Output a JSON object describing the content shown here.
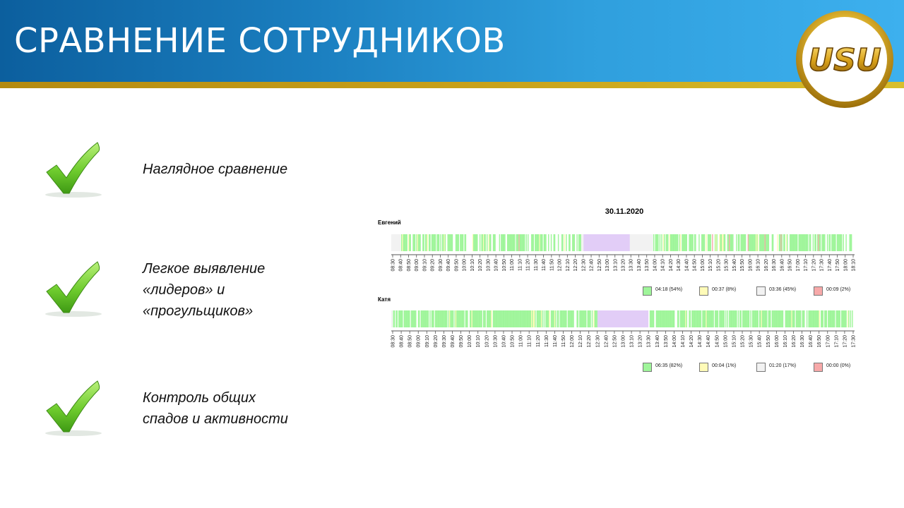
{
  "header": {
    "title": "СРАВНЕНИЕ СОТРУДНИКОВ",
    "logo_text": "USU"
  },
  "features": [
    {
      "lines": [
        "Наглядное сравнение"
      ],
      "icon": "checkmark-icon"
    },
    {
      "lines": [
        "Легкое выявление",
        "«лидеров» и",
        "«прогульщиков»"
      ],
      "icon": "checkmark-icon"
    },
    {
      "lines": [
        "Контроль общих",
        "спадов и активности"
      ],
      "icon": "checkmark-icon"
    }
  ],
  "chart": {
    "date": "30.11.2020",
    "colors": {
      "active": "#9ff59a",
      "partial": "#fffbb8",
      "idle": "#f2f2f2",
      "offline": "#f7a9a9",
      "break": "#e2cdf7"
    },
    "employees": [
      {
        "name": "Евгений",
        "ticks": [
          "08:30",
          "08:40",
          "08:50",
          "09:00",
          "09:10",
          "09:20",
          "09:30",
          "09:40",
          "09:50",
          "10:00",
          "10:10",
          "10:20",
          "10:30",
          "10:40",
          "10:50",
          "11:00",
          "11:10",
          "11:20",
          "11:30",
          "11:40",
          "11:50",
          "12:00",
          "12:10",
          "12:20",
          "12:30",
          "12:40",
          "12:50",
          "13:00",
          "13:10",
          "13:20",
          "13:30",
          "13:40",
          "13:50",
          "14:00",
          "14:10",
          "14:20",
          "14:30",
          "14:40",
          "14:50",
          "15:00",
          "15:10",
          "15:20",
          "15:30",
          "15:40",
          "15:50",
          "16:00",
          "16:10",
          "16:20",
          "16:30",
          "16:40",
          "16:50",
          "17:00",
          "17:10",
          "17:20",
          "17:30",
          "17:40",
          "17:50",
          "18:00",
          "18:10"
        ],
        "legend": [
          "04:18 (54%)",
          "00:37 (8%)",
          "03:36 (45%)",
          "00:09 (2%)"
        ]
      },
      {
        "name": "Катя",
        "ticks": [
          "08:30",
          "08:40",
          "08:50",
          "09:00",
          "09:10",
          "09:20",
          "09:30",
          "09:40",
          "09:50",
          "10:00",
          "10:10",
          "10:20",
          "10:30",
          "10:40",
          "10:50",
          "11:00",
          "11:10",
          "11:20",
          "11:30",
          "11:40",
          "11:50",
          "12:00",
          "12:10",
          "12:20",
          "12:30",
          "12:40",
          "12:50",
          "13:00",
          "13:10",
          "13:20",
          "13:30",
          "13:40",
          "13:50",
          "14:00",
          "14:10",
          "14:20",
          "14:30",
          "14:40",
          "14:50",
          "15:00",
          "15:10",
          "15:20",
          "15:30",
          "15:40",
          "15:50",
          "16:00",
          "16:10",
          "16:20",
          "16:30",
          "16:40",
          "16:50",
          "17:00",
          "17:10",
          "17:20",
          "17:30"
        ],
        "legend": [
          "06:35 (82%)",
          "00:04 (1%)",
          "01:20 (17%)",
          "00:00 (0%)"
        ]
      }
    ]
  }
}
